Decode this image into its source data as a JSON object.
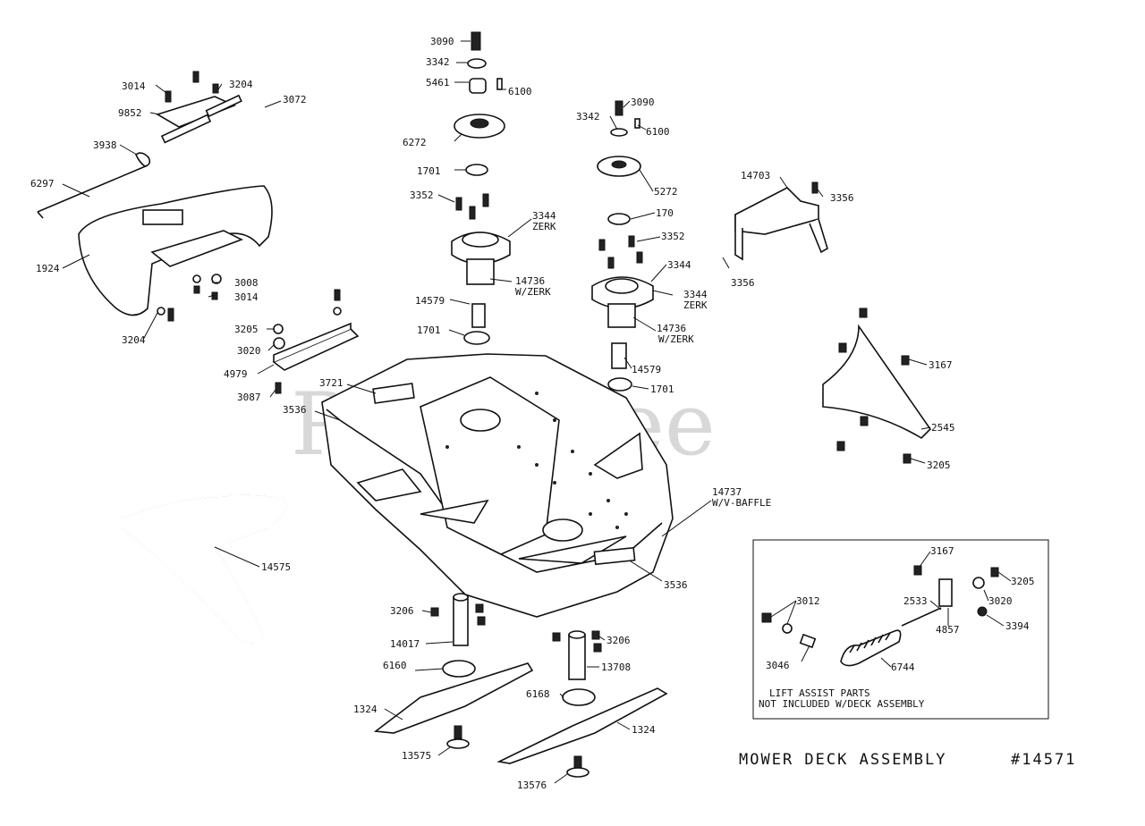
{
  "watermark": "PartsTree",
  "diagram_title": "MOWER DECK ASSEMBLY",
  "diagram_number": "#14571",
  "inset_note_line1": "LIFT ASSIST PARTS",
  "inset_note_line2": "NOT INCLUDED W/DECK ASSEMBLY",
  "callouts": [
    {
      "id": "c1",
      "text": "3090"
    },
    {
      "id": "c2",
      "text": "3342"
    },
    {
      "id": "c3",
      "text": "5461"
    },
    {
      "id": "c4",
      "text": "6100"
    },
    {
      "id": "c5",
      "text": "6272"
    },
    {
      "id": "c6",
      "text": "1701"
    },
    {
      "id": "c7",
      "text": "3352"
    },
    {
      "id": "c8",
      "text": "3344"
    },
    {
      "id": "c9",
      "text": "ZERK"
    },
    {
      "id": "c10",
      "text": "14736"
    },
    {
      "id": "c11",
      "text": "W/ZERK"
    },
    {
      "id": "c12",
      "text": "14579"
    },
    {
      "id": "c13",
      "text": "1701"
    },
    {
      "id": "c14",
      "text": "3090"
    },
    {
      "id": "c15",
      "text": "3342"
    },
    {
      "id": "c16",
      "text": "6100"
    },
    {
      "id": "c17",
      "text": "5272"
    },
    {
      "id": "c18",
      "text": "170"
    },
    {
      "id": "c19",
      "text": "3352"
    },
    {
      "id": "c20",
      "text": "3344"
    },
    {
      "id": "c21",
      "text": "3344"
    },
    {
      "id": "c22",
      "text": "ZERK"
    },
    {
      "id": "c23",
      "text": "14736"
    },
    {
      "id": "c24",
      "text": "W/ZERK"
    },
    {
      "id": "c25",
      "text": "14579"
    },
    {
      "id": "c26",
      "text": "1701"
    },
    {
      "id": "c27",
      "text": "3014"
    },
    {
      "id": "c28",
      "text": "3204"
    },
    {
      "id": "c29",
      "text": "9852"
    },
    {
      "id": "c30",
      "text": "3072"
    },
    {
      "id": "c31",
      "text": "3938"
    },
    {
      "id": "c32",
      "text": "6297"
    },
    {
      "id": "c33",
      "text": "1924"
    },
    {
      "id": "c34",
      "text": "3008"
    },
    {
      "id": "c35",
      "text": "3014"
    },
    {
      "id": "c36",
      "text": "3204"
    },
    {
      "id": "c37",
      "text": "3205"
    },
    {
      "id": "c38",
      "text": "3020"
    },
    {
      "id": "c39",
      "text": "4979"
    },
    {
      "id": "c40",
      "text": "3087"
    },
    {
      "id": "c41",
      "text": "3721"
    },
    {
      "id": "c42",
      "text": "3536"
    },
    {
      "id": "c43",
      "text": "14703"
    },
    {
      "id": "c44",
      "text": "3356"
    },
    {
      "id": "c45",
      "text": "3356"
    },
    {
      "id": "c46",
      "text": "3167"
    },
    {
      "id": "c47",
      "text": "2545"
    },
    {
      "id": "c48",
      "text": "3205"
    },
    {
      "id": "c49",
      "text": "14737"
    },
    {
      "id": "c50",
      "text": "W/V-BAFFLE"
    },
    {
      "id": "c51",
      "text": "3536"
    },
    {
      "id": "c52",
      "text": "14575"
    },
    {
      "id": "c53",
      "text": "3206"
    },
    {
      "id": "c54",
      "text": "14017"
    },
    {
      "id": "c55",
      "text": "6160"
    },
    {
      "id": "c56",
      "text": "1324"
    },
    {
      "id": "c57",
      "text": "13575"
    },
    {
      "id": "c58",
      "text": "3206"
    },
    {
      "id": "c59",
      "text": "13708"
    },
    {
      "id": "c60",
      "text": "6168"
    },
    {
      "id": "c61",
      "text": "1324"
    },
    {
      "id": "c62",
      "text": "13576"
    },
    {
      "id": "c63",
      "text": "3167"
    },
    {
      "id": "c64",
      "text": "3205"
    },
    {
      "id": "c65",
      "text": "3012"
    },
    {
      "id": "c66",
      "text": "2533"
    },
    {
      "id": "c67",
      "text": "3020"
    },
    {
      "id": "c68",
      "text": "4857"
    },
    {
      "id": "c69",
      "text": "3394"
    },
    {
      "id": "c70",
      "text": "3046"
    },
    {
      "id": "c71",
      "text": "6744"
    }
  ]
}
